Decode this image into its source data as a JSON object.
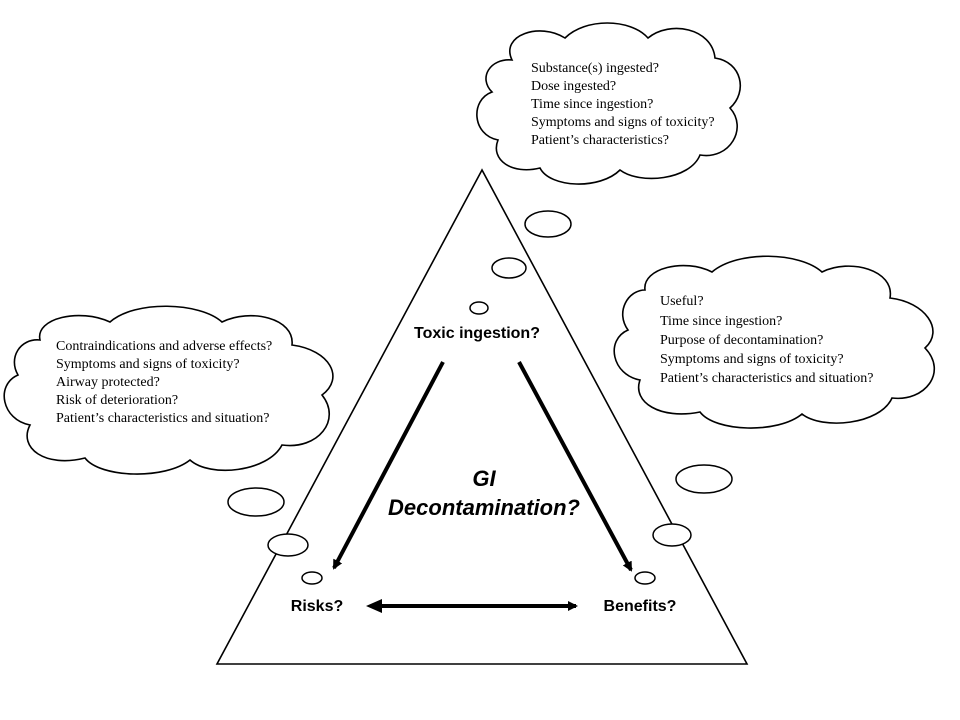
{
  "diagram": {
    "top_node": "Toxic ingestion?",
    "center_title": [
      "GI",
      "Decontamination?"
    ],
    "left_node": "Risks?",
    "right_node": "Benefits?",
    "top_cloud": {
      "lines": [
        "Substance(s) ingested?",
        "Dose ingested?",
        "Time since ingestion?",
        "Symptoms and signs of toxicity?",
        "Patient’s characteristics?"
      ]
    },
    "left_cloud": {
      "lines": [
        "Contraindications and adverse effects?",
        "Symptoms and signs of toxicity?",
        "Airway protected?",
        "Risk of deterioration?",
        "Patient’s characteristics and situation?"
      ]
    },
    "right_cloud": {
      "lines": [
        "Useful?",
        "Time since ingestion?",
        "Purpose of decontamination?",
        "Symptoms and signs of toxicity?",
        "Patient’s characteristics and situation?"
      ]
    }
  }
}
